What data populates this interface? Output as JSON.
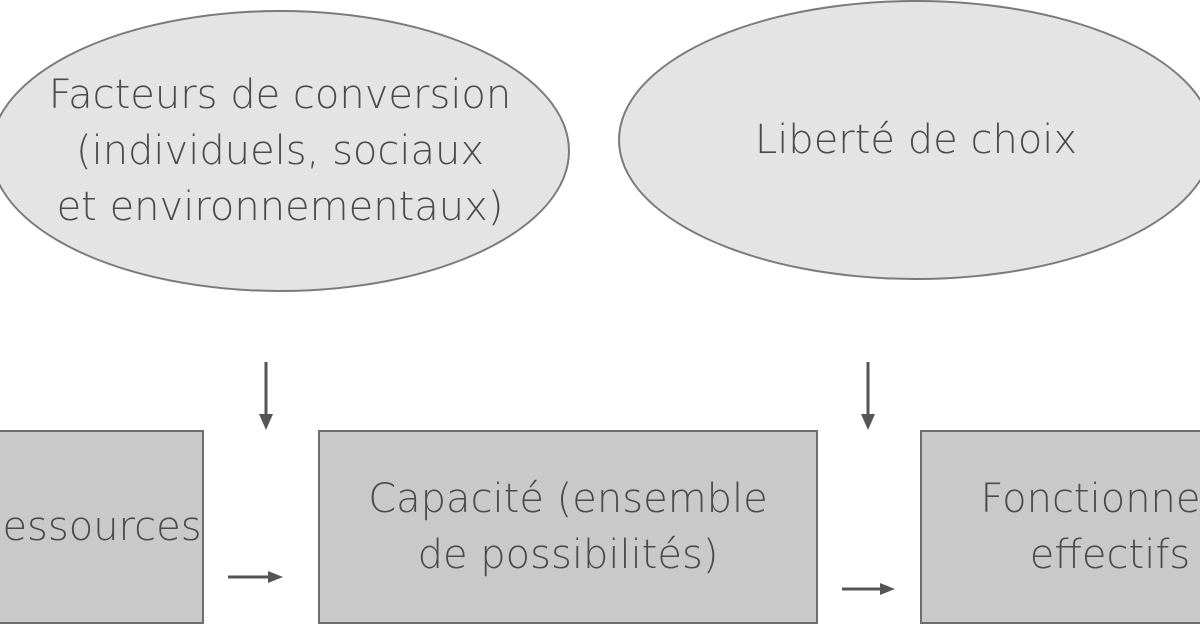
{
  "nodes": {
    "conversion_factors": {
      "lines": [
        "Facteurs de conversion",
        "(individuels, sociaux",
        "et environnementaux)"
      ]
    },
    "freedom_of_choice": {
      "lines": [
        "Liberté de choix"
      ]
    },
    "resources": {
      "lines": [
        "essources"
      ]
    },
    "capability": {
      "lines": [
        "Capacité (ensemble",
        "de possibilités)"
      ]
    },
    "functionings": {
      "lines": [
        "Fonctionnem",
        "effectifs"
      ]
    }
  },
  "colors": {
    "ellipse_fill": "#e4e4e4",
    "box_fill": "#c9c9c9",
    "stroke": "#6e6e6e",
    "arrow": "#555555",
    "text": "#4a4a4a"
  }
}
